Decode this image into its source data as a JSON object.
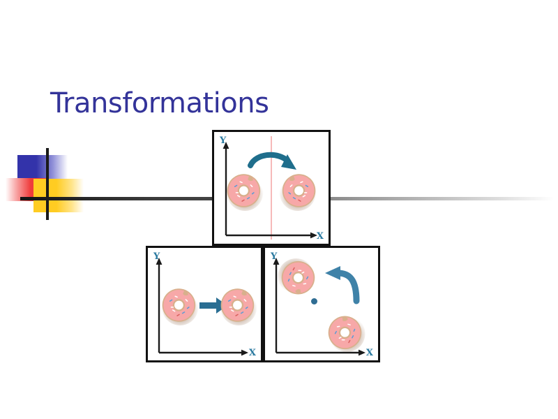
{
  "slide": {
    "title": "Transformations",
    "title_color": "#333399",
    "background": "#ffffff"
  },
  "decoration": {
    "name": "powerpoint-design-accent",
    "blue_color": "#3333aa",
    "red_color": "#ef3b3b",
    "yellow_color": "#ffcc22",
    "cross_color": "#1a1a1a",
    "rule_color_start": "#141414",
    "rule_color_end": "#ffffff"
  },
  "panels": [
    {
      "id": "reflection",
      "transformation": "reflection",
      "axis_x_label": "X",
      "axis_y_label": "Y",
      "axis_label_color": "#2b7aa0",
      "mirror_line_color": "#f6b9b9",
      "arrow_color": "#1f6e8c",
      "arrow_kind": "curved-arc-right",
      "shape_count": 2,
      "shapes": [
        "donut-original",
        "donut-mirrored"
      ]
    },
    {
      "id": "translation",
      "transformation": "translation",
      "axis_x_label": "X",
      "axis_y_label": "Y",
      "axis_label_color": "#2b7aa0",
      "arrow_color": "#2a6e93",
      "arrow_kind": "straight-right",
      "shape_count": 2,
      "shapes": [
        "donut-original",
        "donut-translated"
      ]
    },
    {
      "id": "rotation",
      "transformation": "rotation",
      "axis_x_label": "X",
      "axis_y_label": "Y",
      "axis_label_color": "#2b7aa0",
      "arrow_color": "#3f82a8",
      "arrow_kind": "curved-elbow-left",
      "center_dot_color": "#2f6d93",
      "shape_count": 2,
      "shapes": [
        "donut-rotated-upper",
        "donut-rotated-lower"
      ]
    }
  ],
  "donut": {
    "frosting_color": "#f7a8a8",
    "dough_color": "#d8b08c",
    "hole_color": "#ffffff",
    "sprinkle_colors": [
      "#5b9bd5",
      "#ffffff",
      "#d95f5f"
    ]
  }
}
